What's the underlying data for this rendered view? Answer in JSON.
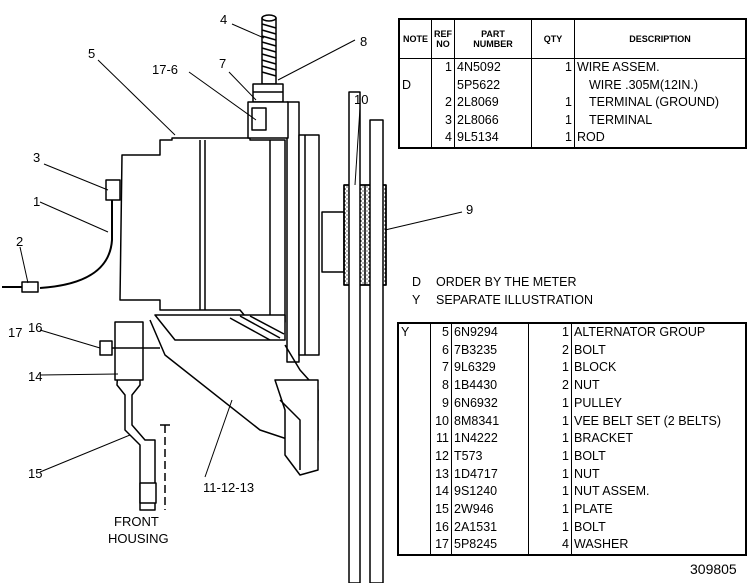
{
  "callouts": [
    "4",
    "8",
    "5",
    "17-6",
    "7",
    "10",
    "3",
    "9",
    "1",
    "2",
    "17",
    "16",
    "14",
    "15",
    "11-12-13"
  ],
  "front_housing": [
    "FRONT",
    "HOUSING"
  ],
  "table1": {
    "headers": [
      "NOTE",
      "REF NO",
      "PART NUMBER",
      "QTY",
      "DESCRIPTION"
    ],
    "rows": [
      {
        "note": "",
        "ref": "1",
        "part": "4N5092",
        "qty": "1",
        "desc": "WIRE ASSEM."
      },
      {
        "note": "D",
        "ref": "",
        "part": "5P5622",
        "qty": "",
        "desc": "WIRE .305M(12IN.)"
      },
      {
        "note": "",
        "ref": "2",
        "part": "2L8069",
        "qty": "1",
        "desc": "TERMINAL (GROUND)"
      },
      {
        "note": "",
        "ref": "3",
        "part": "2L8066",
        "qty": "1",
        "desc": "TERMINAL"
      },
      {
        "note": "",
        "ref": "4",
        "part": "9L5134",
        "qty": "1",
        "desc": "ROD"
      }
    ]
  },
  "legend": [
    {
      "key": "D",
      "text": "ORDER BY THE METER"
    },
    {
      "key": "Y",
      "text": "SEPARATE ILLUSTRATION"
    }
  ],
  "table2": {
    "rows": [
      {
        "note": "Y",
        "ref": "5",
        "part": "6N9294",
        "qty": "1",
        "desc": "ALTERNATOR GROUP"
      },
      {
        "note": "",
        "ref": "6",
        "part": "7B3235",
        "qty": "2",
        "desc": "BOLT"
      },
      {
        "note": "",
        "ref": "7",
        "part": "9L6329",
        "qty": "1",
        "desc": "BLOCK"
      },
      {
        "note": "",
        "ref": "8",
        "part": "1B4430",
        "qty": "2",
        "desc": "NUT"
      },
      {
        "note": "",
        "ref": "9",
        "part": "6N6932",
        "qty": "1",
        "desc": "PULLEY"
      },
      {
        "note": "",
        "ref": "10",
        "part": "8M8341",
        "qty": "1",
        "desc": "VEE BELT SET (2 BELTS)"
      },
      {
        "note": "",
        "ref": "11",
        "part": "1N4222",
        "qty": "1",
        "desc": "BRACKET"
      },
      {
        "note": "",
        "ref": "12",
        "part": "T573",
        "qty": "1",
        "desc": "BOLT"
      },
      {
        "note": "",
        "ref": "13",
        "part": "1D4717",
        "qty": "1",
        "desc": "NUT"
      },
      {
        "note": "",
        "ref": "14",
        "part": "9S1240",
        "qty": "1",
        "desc": "NUT ASSEM."
      },
      {
        "note": "",
        "ref": "15",
        "part": "2W946",
        "qty": "1",
        "desc": "PLATE"
      },
      {
        "note": "",
        "ref": "16",
        "part": "2A1531",
        "qty": "1",
        "desc": "BOLT"
      },
      {
        "note": "",
        "ref": "17",
        "part": "5P8245",
        "qty": "4",
        "desc": "WASHER"
      }
    ]
  },
  "illustration_number": "309805"
}
